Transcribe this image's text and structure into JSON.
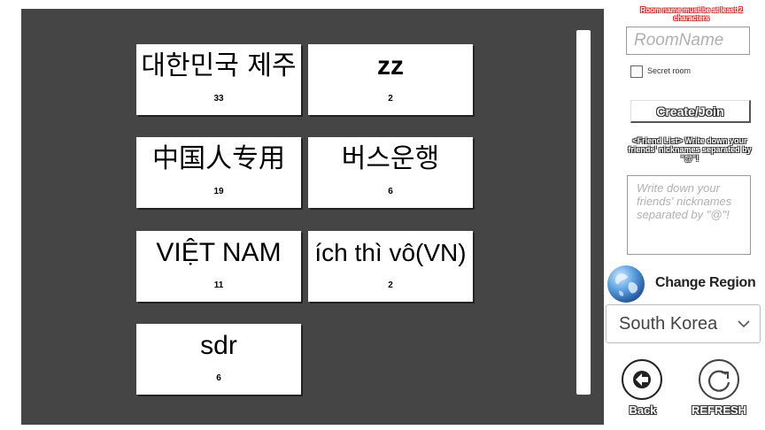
{
  "rooms": [
    {
      "name": "대한민국 제주",
      "count": "33"
    },
    {
      "name": "zz",
      "count": "2"
    },
    {
      "name": "中国人专用",
      "count": "19"
    },
    {
      "name": "버스운행",
      "count": "6"
    },
    {
      "name": "VIỆT NAM",
      "count": "11"
    },
    {
      "name": "ích thì vô(VN)",
      "count": "2"
    },
    {
      "name": "sdr",
      "count": "6"
    }
  ],
  "sidebar": {
    "error_message": "Room name must be at least 2 characters",
    "room_name_placeholder": "RoomName",
    "room_name_value": "",
    "secret_label": "Secret room",
    "create_label": "Create/Join",
    "friend_list_info": "<Friend List> Write down your friends' nicknames separated by \"@\"!",
    "friend_placeholder": "Write down your friends' nicknames separated by \"@\"!",
    "change_region_label": "Change Region",
    "region_value": "South Korea",
    "back_label": "Back",
    "refresh_label": "REFRESH"
  },
  "icons": {
    "globe": "globe-icon",
    "chevron": "chevron-down-icon",
    "back": "back-arrow-icon",
    "refresh": "refresh-icon"
  },
  "colors": {
    "panel_bg": "#454545",
    "error_outline": "#e02020"
  }
}
